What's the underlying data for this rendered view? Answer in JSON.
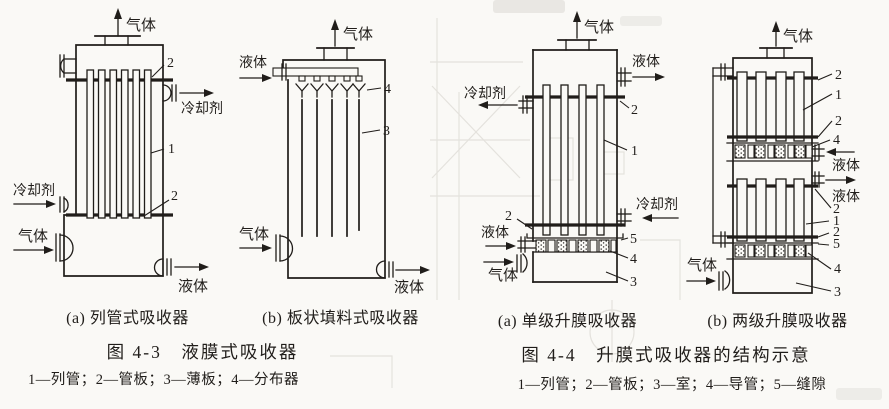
{
  "colors": {
    "ink": "#201d1a",
    "paper": "#faf9f6"
  },
  "fig43": {
    "title": "图 4-3　液膜式吸收器",
    "legend": "1—列管；2—管板；3—薄板；4—分布器"
  },
  "fig44": {
    "title": "图 4-4　升膜式吸收器的结构示意",
    "legend": "1—列管；2—管板；3—室；4—导管；5—缝隙"
  },
  "d1": {
    "caption": "(a) 列管式吸收器",
    "gas_out": "气体",
    "coolant_out": "冷却剂",
    "coolant_in": "冷却剂",
    "gas_in": "气体",
    "liquid_out": "液体",
    "n_tube": "1",
    "n_plate_top": "2",
    "n_plate_bottom": "2"
  },
  "d2": {
    "caption": "(b) 板状填料式吸收器",
    "gas_out": "气体",
    "liquid_in": "液体",
    "gas_in": "气体",
    "liquid_out": "液体",
    "n_distributor": "4",
    "n_plate": "3"
  },
  "d3": {
    "caption": "(a) 单级升膜吸收器",
    "gas_out": "气体",
    "liquid_out": "液体",
    "coolant_out": "冷却剂",
    "coolant_in": "冷却剂",
    "liquid_in": "液体",
    "gas_in": "气体",
    "n_plate_top": "2",
    "n_tube": "1",
    "n_plate_bottom": "2",
    "n_slit": "5",
    "n_duct": "4",
    "n_chamber": "3"
  },
  "d4": {
    "caption": "(b) 两级升膜吸收器",
    "gas_out": "气体",
    "liquid_in": "液体",
    "liquid_out": "液体",
    "gas_in": "气体",
    "n_plate_top_upper": "2",
    "n_tube_upper": "1",
    "n_plate_bottom_upper": "2",
    "n_duct_upper": "4",
    "n_plate_top_lower": "2",
    "n_tube_lower": "1",
    "n_plate_bottom_lower": "2",
    "n_slit_lower": "5",
    "n_duct_lower": "4",
    "n_chamber": "3"
  }
}
